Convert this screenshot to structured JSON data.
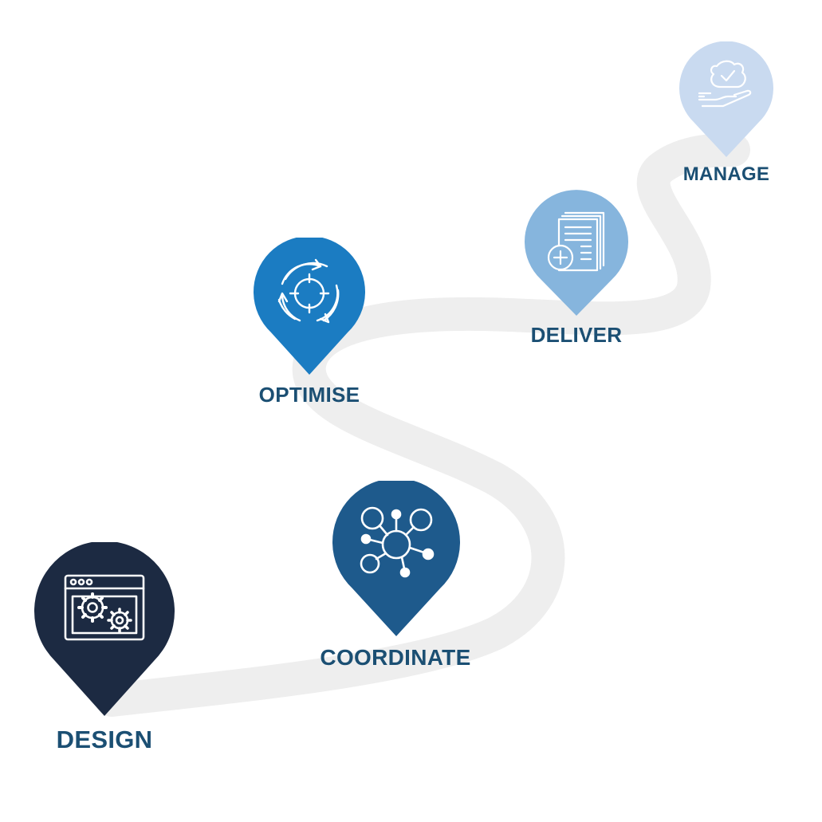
{
  "steps": [
    {
      "label": "DESIGN",
      "color": "#1c2a42",
      "icon": "browser-gears-icon"
    },
    {
      "label": "COORDINATE",
      "color": "#1e5a8c",
      "icon": "network-hub-icon"
    },
    {
      "label": "OPTIMISE",
      "color": "#1b7cc2",
      "icon": "cycle-target-icon"
    },
    {
      "label": "DELIVER",
      "color": "#86b5dd",
      "icon": "documents-add-icon"
    },
    {
      "label": "MANAGE",
      "color": "#c9daf0",
      "icon": "hand-check-icon"
    }
  ],
  "road_color": "#eeeeee",
  "label_color": "#1b4f73"
}
